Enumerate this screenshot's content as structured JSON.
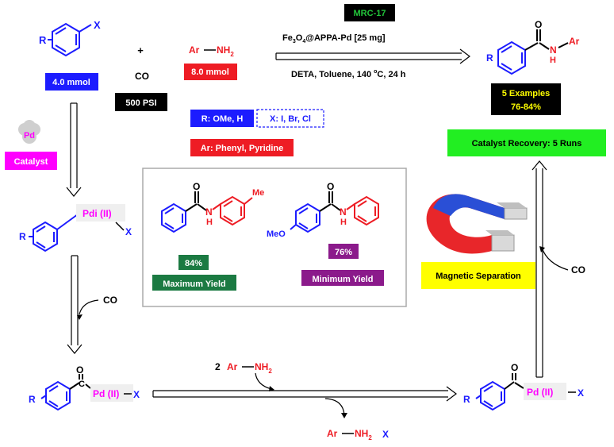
{
  "colors": {
    "blue": "#1c1cff",
    "red": "#ee1c24",
    "magenta": "#ff00ff",
    "green": "#22c43a",
    "dark_green": "#1b7a42",
    "purple": "#8b1a8b",
    "yellow": "#ffff00",
    "black": "#000000",
    "grey_box": "#e9e9ec",
    "highlight_box": "#efefef"
  },
  "top": {
    "catalyst_code": "MRC-17",
    "catalyst_line_main": "Fe",
    "catalyst_sub1": "3",
    "catalyst_mid": "O",
    "catalyst_sub2": "4",
    "catalyst_rest": "@APPA-Pd  [25 mg]",
    "conditions_main": "DETA, Toluene, 140 ",
    "conditions_sup": "o",
    "conditions_rest": "C, 24 h",
    "plus": "+",
    "co": "CO",
    "co_pressure": "500 PSI",
    "aryl_amount": "4.0 mmol",
    "amine_label_ar": "Ar",
    "amine_label_nh": "NH",
    "amine_label_sub": "2",
    "amine_amount": "8.0 mmol",
    "x_label": "X",
    "r_label": "R"
  },
  "substituents": {
    "r_options": "R: OMe, H",
    "x_options": "X: I, Br, Cl",
    "ar_options": "Ar: Phenyl, Pyridine"
  },
  "product": {
    "o": "O",
    "n": "N",
    "h": "H",
    "ar": "Ar",
    "r": "R",
    "examples_line1": "5 Examples",
    "examples_line2": "76-84%"
  },
  "recovery": {
    "label": "Catalyst Recovery: 5 Runs",
    "co": "CO",
    "magnetic_label": "Magnetic Separation"
  },
  "yields": {
    "max_value": "84%",
    "max_label": "Maximum Yield",
    "min_value": "76%",
    "min_label": "Minimum Yield",
    "me": "Me",
    "meo": "MeO",
    "o": "O",
    "n": "N",
    "h": "H"
  },
  "left_cycle": {
    "pd": "Pd",
    "catalyst": "Catalyst",
    "pd_complex": "Pdi (II)",
    "x": "X",
    "r": "R",
    "co": "CO"
  },
  "bottom": {
    "o": "O",
    "c": "C",
    "pd_complex": "Pd (II)",
    "x": "X",
    "r": "R",
    "amine_coeff": "2",
    "amine_ar": "Ar",
    "amine_nh": "NH",
    "amine_sub": "2",
    "byproduct_ar": "Ar",
    "byproduct_nh": "NH",
    "byproduct_sub": "2",
    "byproduct_x": "X",
    "right_o": "O",
    "right_pd": "Pd (II)",
    "right_x": "X",
    "right_r": "R"
  }
}
